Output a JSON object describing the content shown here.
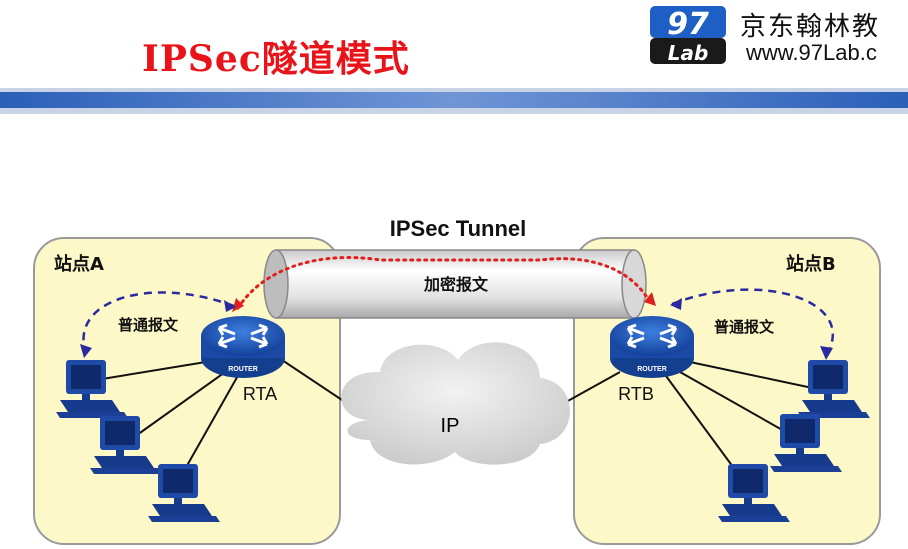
{
  "header": {
    "title": "IPSec隧道模式",
    "brand_name": "京东翰林教",
    "brand_url": "www.97Lab.c",
    "logo_top": "97",
    "logo_bottom": "Lab"
  },
  "diagram": {
    "tunnel_label": "IPSec Tunnel",
    "tunnel_inner_label": "加密报文",
    "site_a_label": "站点A",
    "site_b_label": "站点B",
    "site_a_flow_label": "普通报文",
    "site_b_flow_label": "普通报文",
    "router_a_label": "RTA",
    "router_b_label": "RTB",
    "router_badge": "ROUTER",
    "cloud_label": "IP"
  },
  "colors": {
    "title_red": "#e8141a",
    "site_fill": "#fdf8c8",
    "router_blue": "#1f4fa8",
    "pc_blue": "#1f3f9a",
    "tunnel_dots": "#e0201c",
    "flow_dash": "#2a2aa0"
  },
  "icons": [
    "router-icon",
    "computer-icon",
    "cloud-icon",
    "tunnel-icon"
  ]
}
